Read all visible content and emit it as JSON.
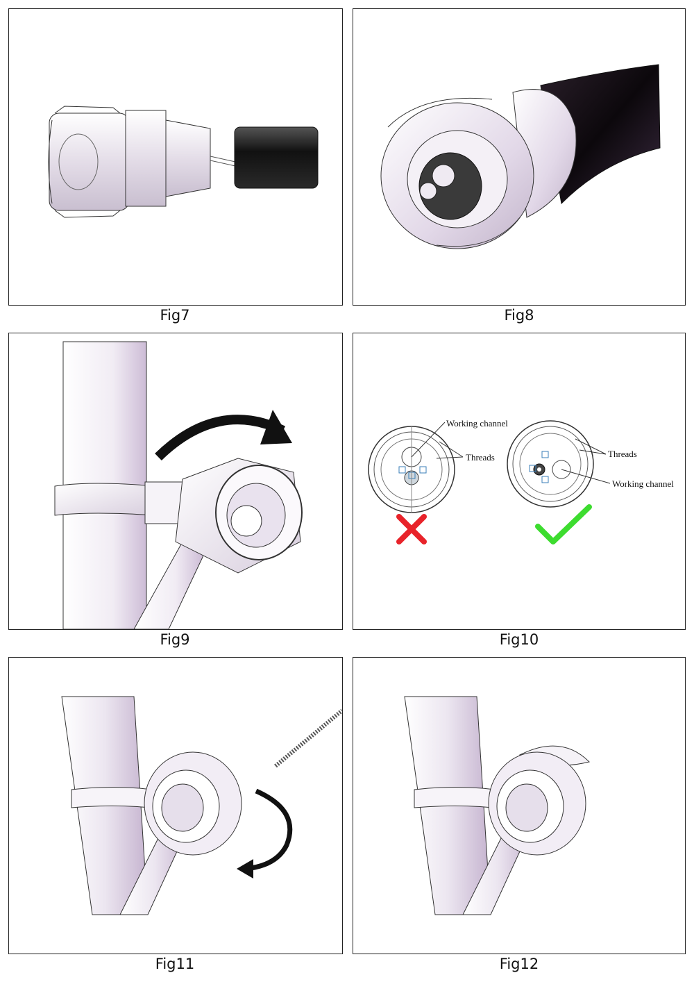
{
  "figures": [
    {
      "caption": "Fig7"
    },
    {
      "caption": "Fig8"
    },
    {
      "caption": "Fig9"
    },
    {
      "caption": "Fig10",
      "labels": {
        "left_working_channel": "Working channel",
        "left_threads": "Threads",
        "right_threads": "Threads",
        "right_working_channel": "Working channel"
      }
    },
    {
      "caption": "Fig11"
    },
    {
      "caption": "Fig12"
    }
  ],
  "colors": {
    "wrong_mark": "#e8232a",
    "correct_mark": "#3ddc2f",
    "tube_tint": "#d9c9e0",
    "hose": "#1a1418"
  },
  "icons": [
    "cross-mark-icon",
    "check-mark-icon",
    "rotate-arrow-icon"
  ]
}
